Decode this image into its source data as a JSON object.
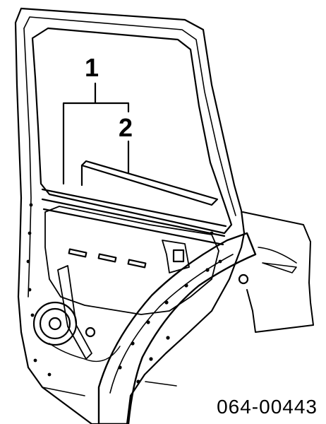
{
  "callouts": {
    "one": "1",
    "two": "2"
  },
  "part_number": "064-00443",
  "colors": {
    "ink": "#000000",
    "paper": "#ffffff"
  }
}
